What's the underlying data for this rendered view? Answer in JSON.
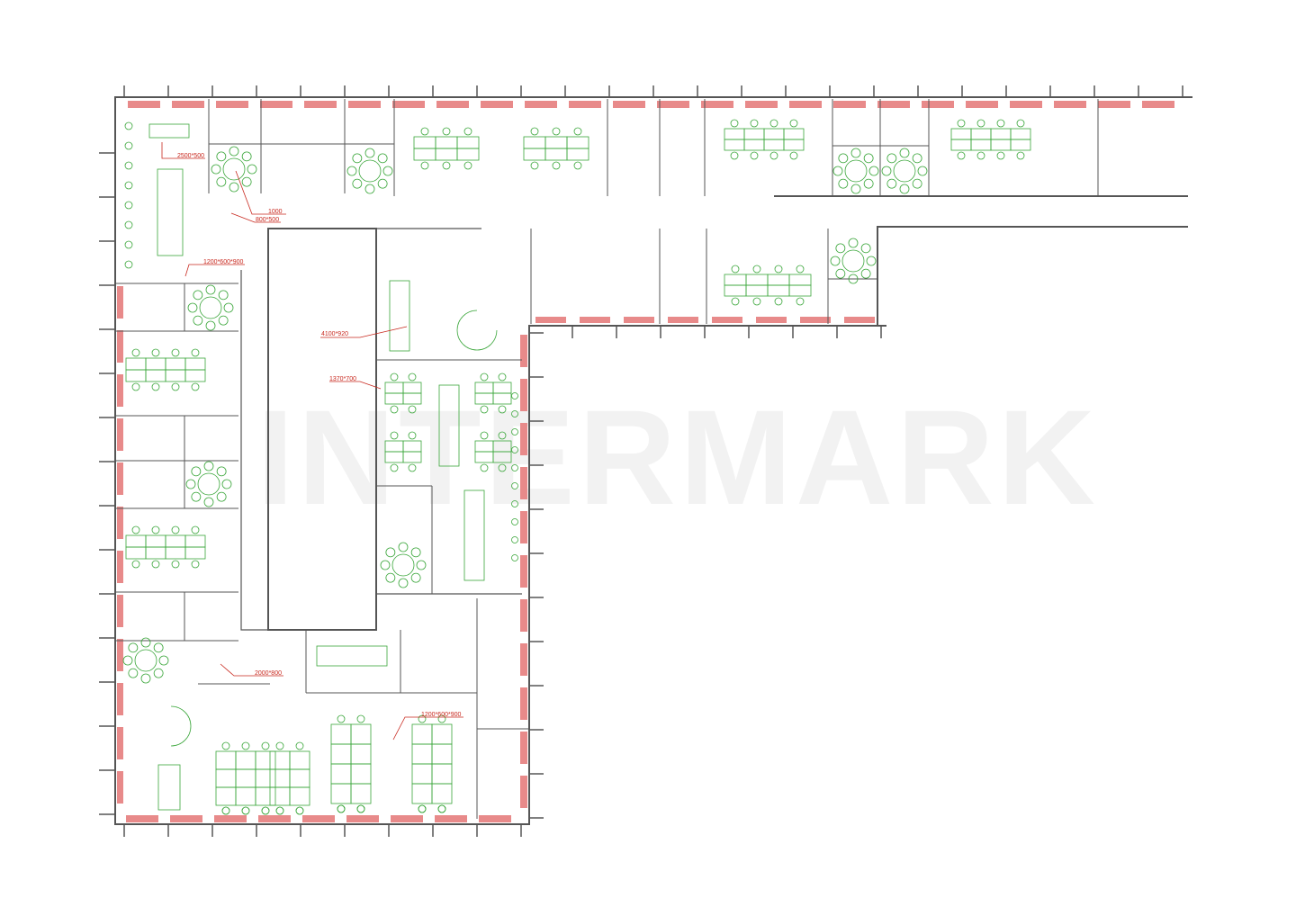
{
  "watermark": "INTERMARK",
  "colors": {
    "wall": "#555555",
    "window": "#e88a8a",
    "furniture": "#3aa63a",
    "dimension": "#c8281e",
    "door": "#d0453a",
    "partition": "#2a6aa0"
  },
  "dimension_labels": [
    {
      "id": "table-top-left",
      "text": "2500*500"
    },
    {
      "id": "round-table",
      "text": "1000"
    },
    {
      "id": "small-desk",
      "text": "800*500"
    },
    {
      "id": "cabinet-top-left",
      "text": "1200*600*900"
    },
    {
      "id": "meeting-table",
      "text": "4100*920"
    },
    {
      "id": "workstation",
      "text": "1370*700"
    },
    {
      "id": "reception-desk",
      "text": "2000*800"
    },
    {
      "id": "cabinet-bottom",
      "text": "1200*600*900"
    }
  ]
}
